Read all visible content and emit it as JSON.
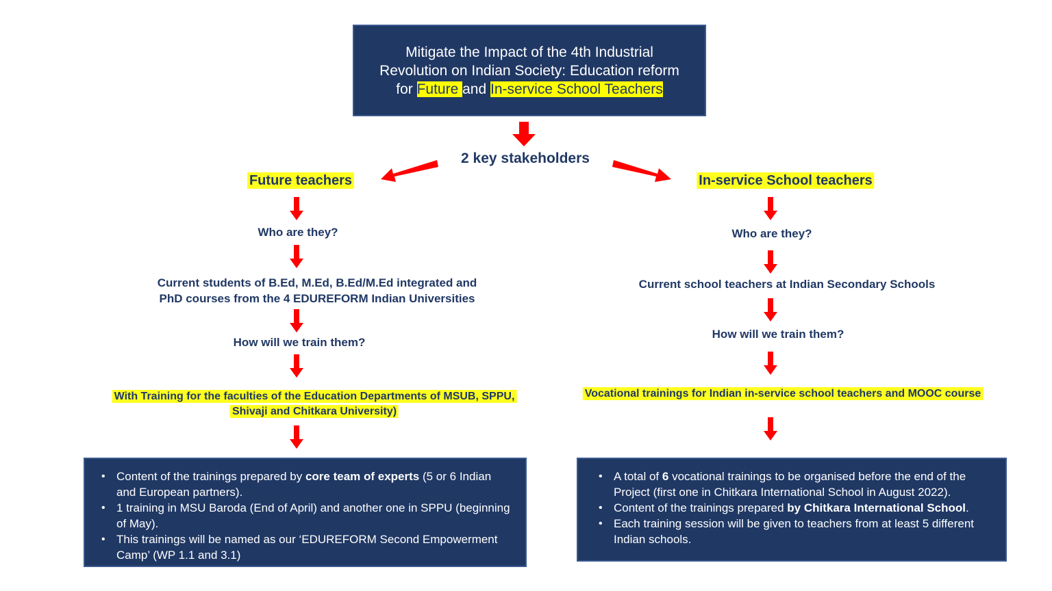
{
  "top": {
    "line1": "Mitigate the Impact of the 4th Industrial",
    "line2": "Revolution on Indian Society: Education reform",
    "line3_pre": "for ",
    "line3_hl1": "Future ",
    "line3_mid": "and ",
    "line3_hl2": "In-service School Teachers"
  },
  "stakeholders_label": "2 key stakeholders",
  "left": {
    "heading": "Future teachers",
    "q1": "Who are they?",
    "answer_line1": "Current students of B.Ed, M.Ed, B.Ed/M.Ed integrated and",
    "answer_line2": "PhD courses from the 4 EDUREFORM Indian Universities",
    "q2": "How will we train them?",
    "training_line1": "With Training for the faculties of the Education Departments of MSUB, SPPU,",
    "training_line2": "Shivaji and Chitkara University)",
    "bullets": {
      "b1_pre": "Content of the trainings prepared by ",
      "b1_bold": "core team of experts",
      "b1_post": " (5 or 6 Indian and European partners).",
      "b2": "1 training in MSU Baroda (End of April) and another one in SPPU (beginning of May).",
      "b3": "This trainings will be named as our ‘EDUREFORM Second Empowerment Camp’ (WP 1.1 and 3.1)"
    }
  },
  "right": {
    "heading": "In-service School teachers",
    "q1": "Who are they?",
    "answer": "Current school teachers at Indian Secondary Schools",
    "q2": "How will we train them?",
    "training": "Vocational trainings for Indian in-service school teachers and MOOC course",
    "bullets": {
      "b1_pre": "A total of ",
      "b1_bold": "6",
      "b1_post": " vocational trainings to be organised before the end of the Project (first one in Chitkara International School in August 2022).",
      "b2_pre": "Content of the trainings prepared ",
      "b2_bold": "by Chitkara International School",
      "b2_post": ".",
      "b3": "Each training session will be given to teachers from at least 5 different Indian schools."
    }
  },
  "colors": {
    "navy": "#203864",
    "highlight": "#ffff00",
    "arrow": "#ff0000"
  }
}
